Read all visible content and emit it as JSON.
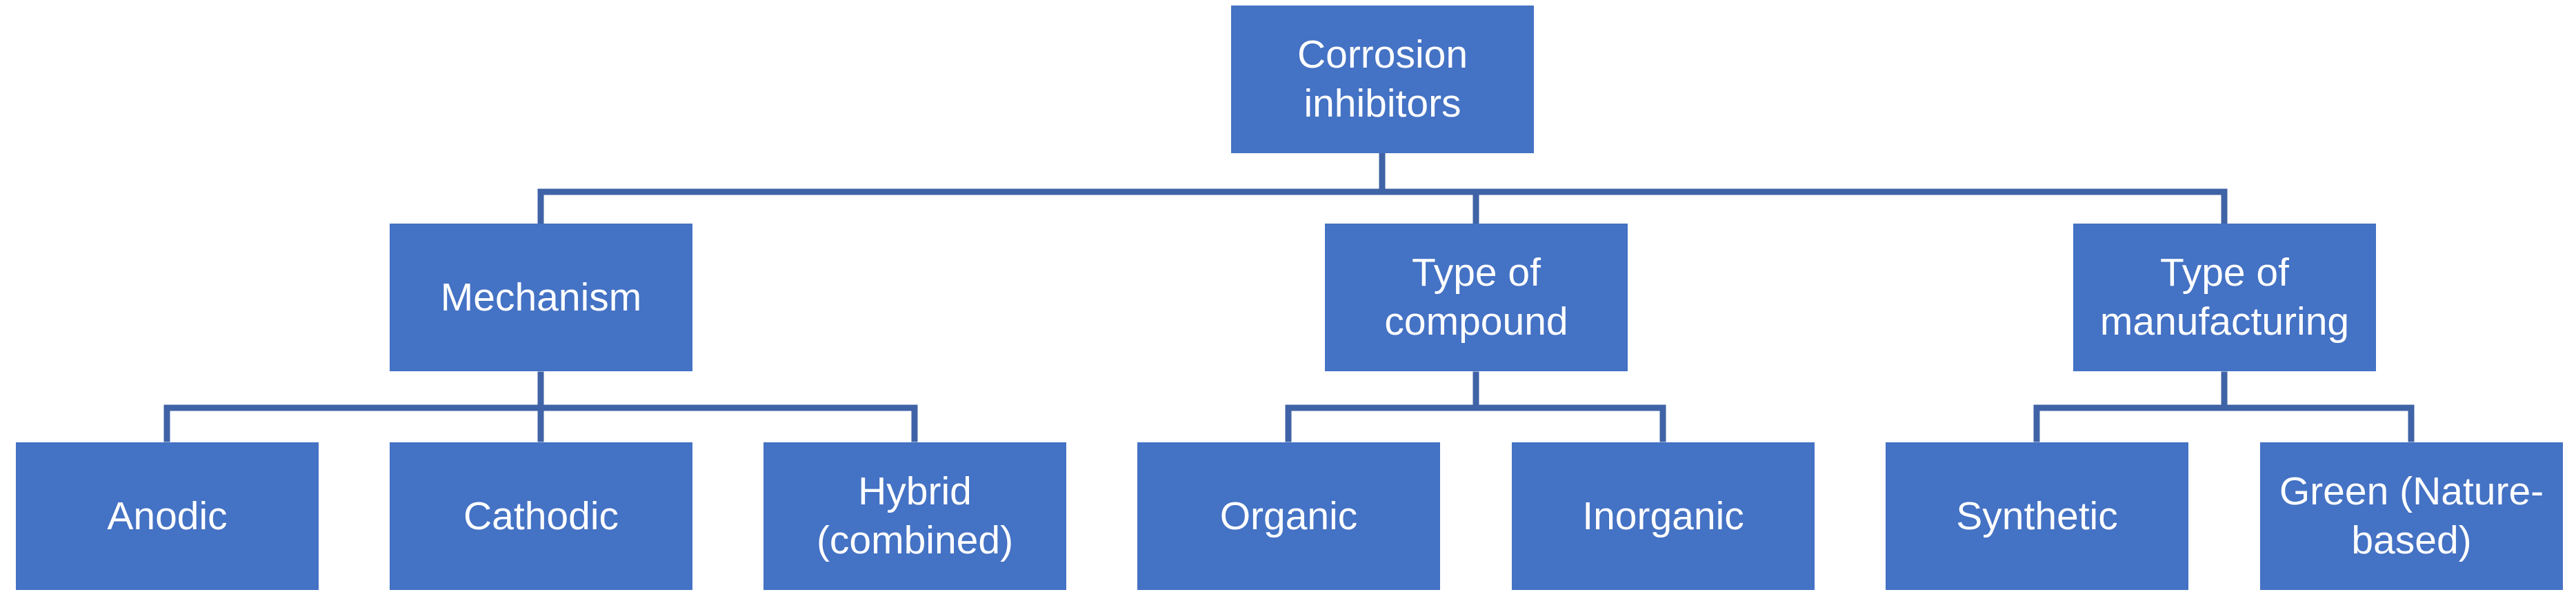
{
  "colors": {
    "node_fill": "#4472C4",
    "connector": "#3F63A6",
    "text": "#ffffff",
    "background": "#ffffff"
  },
  "root": {
    "label": "Corrosion\ninhibitors"
  },
  "categories": {
    "mechanism": {
      "label": "Mechanism",
      "children": [
        "Anodic",
        "Cathodic",
        "Hybrid\n(combined)"
      ]
    },
    "compound": {
      "label": "Type of\ncompound",
      "children": [
        "Organic",
        "Inorganic"
      ]
    },
    "manufacturing": {
      "label": "Type of\nmanufacturing",
      "children": [
        "Synthetic",
        "Green (Nature-\nbased)"
      ]
    }
  }
}
